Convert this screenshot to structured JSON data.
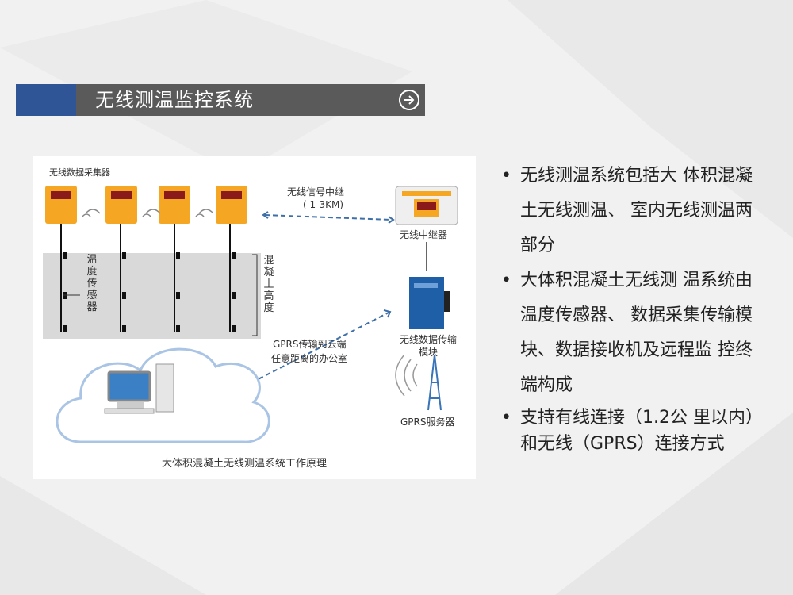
{
  "slide": {
    "title": "无线测温监控系统",
    "arrow_icon": "arrow-right-circle-icon"
  },
  "diagram": {
    "collector_label": "无线数据采集器",
    "link_label_1": "无线信号中继",
    "link_label_2": "( 1-3KM)",
    "repeater_label": "无线中继器",
    "sensor_label": "温度传感器",
    "height_label": "混凝土高度",
    "gprs_label_1": "GPRS传输到云端",
    "gprs_label_2": "任意距离的办公室",
    "module_label_1": "无线数据传输",
    "module_label_2": "模块",
    "server_label": "GPRS服务器",
    "caption": "大体积混凝土无线测温系统工作原理",
    "colors": {
      "collector": "#f5a623",
      "concrete": "#d9d9d9",
      "module": "#1f5fa8",
      "dash": "#3e6fa8"
    }
  },
  "bullets": [
    {
      "dot": "•",
      "text": "无线测温系统包括大 体积混凝土无线测温、 室内无线测温两部分"
    },
    {
      "dot": "•",
      "text": "大体积混凝土无线测 温系统由温度传感器、 数据采集传输模块、数据接收机及远程监 控终端构成"
    },
    {
      "dot": "•",
      "text": "支持有线连接（1.2公 里以内）和无线（GPRS）连接方式"
    }
  ]
}
